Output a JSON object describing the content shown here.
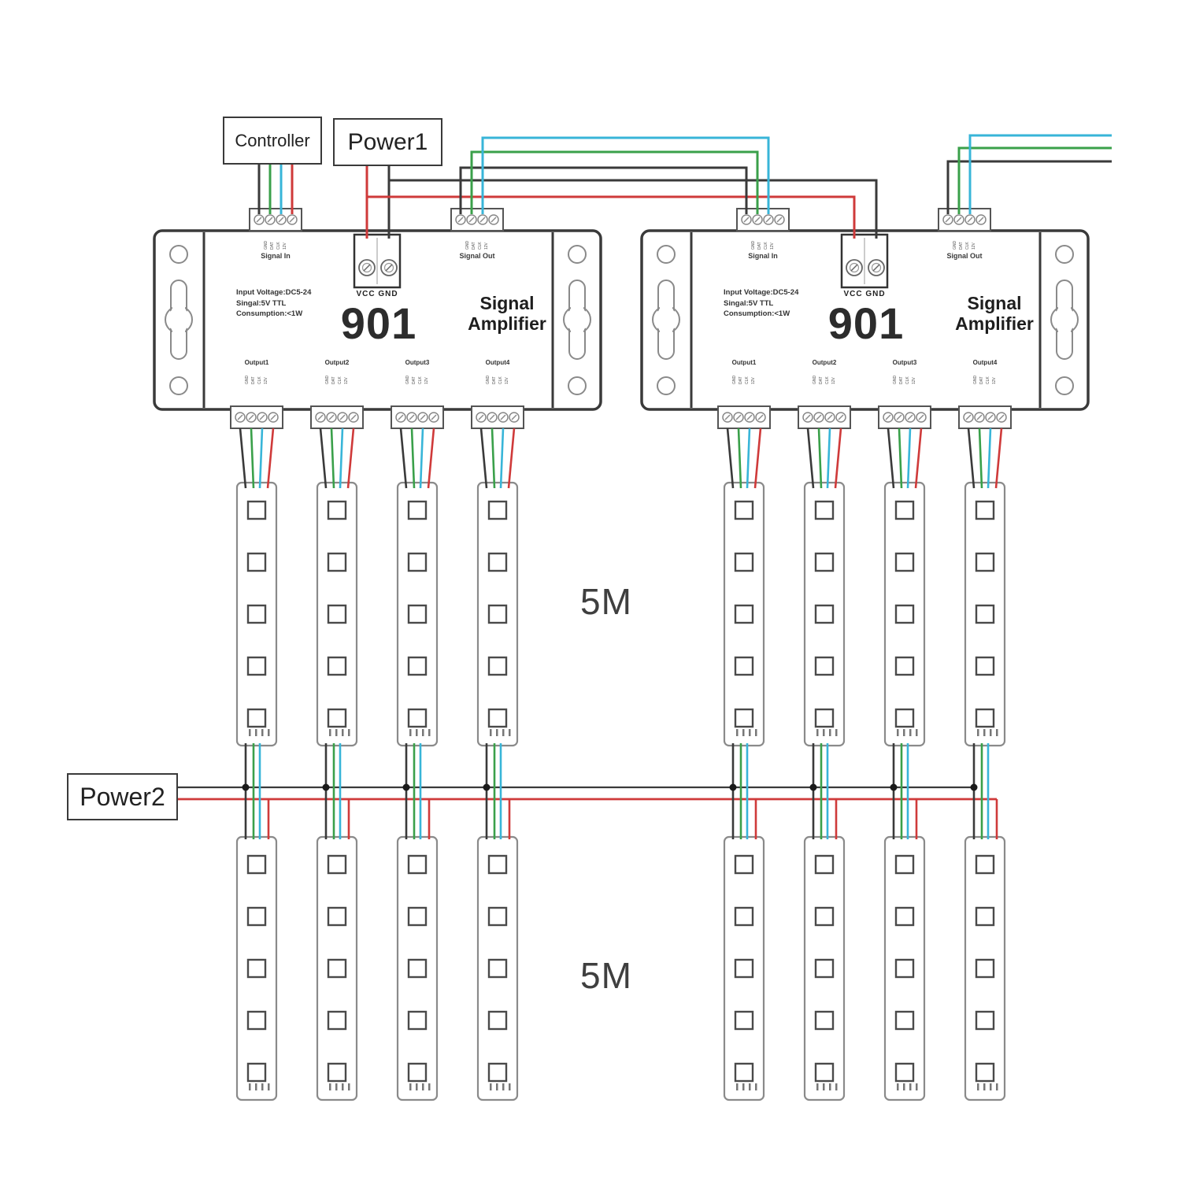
{
  "boxes": {
    "controller": "Controller",
    "power1": "Power1",
    "power2": "Power2"
  },
  "amplifier": {
    "model": "901",
    "name": [
      "Signal",
      "Amplifier"
    ],
    "specs": [
      "Input Voltage:DC5-24",
      "Singal:5V TTL",
      "Consumption:<1W"
    ],
    "ports": {
      "signal_in": "Signal In",
      "signal_out": "Signal Out",
      "power": "VCC GND"
    },
    "outputs": [
      "Output1",
      "Output2",
      "Output3",
      "Output4"
    ],
    "pins": [
      "GND",
      "DAT",
      "CLK",
      "12V"
    ]
  },
  "sections": {
    "upper_length": "5M",
    "lower_length": "5M"
  },
  "colors": {
    "wire_black": "#3a3a3a",
    "wire_green": "#3aa04a",
    "wire_blue": "#38b5d8",
    "wire_red": "#cf3a3a"
  }
}
